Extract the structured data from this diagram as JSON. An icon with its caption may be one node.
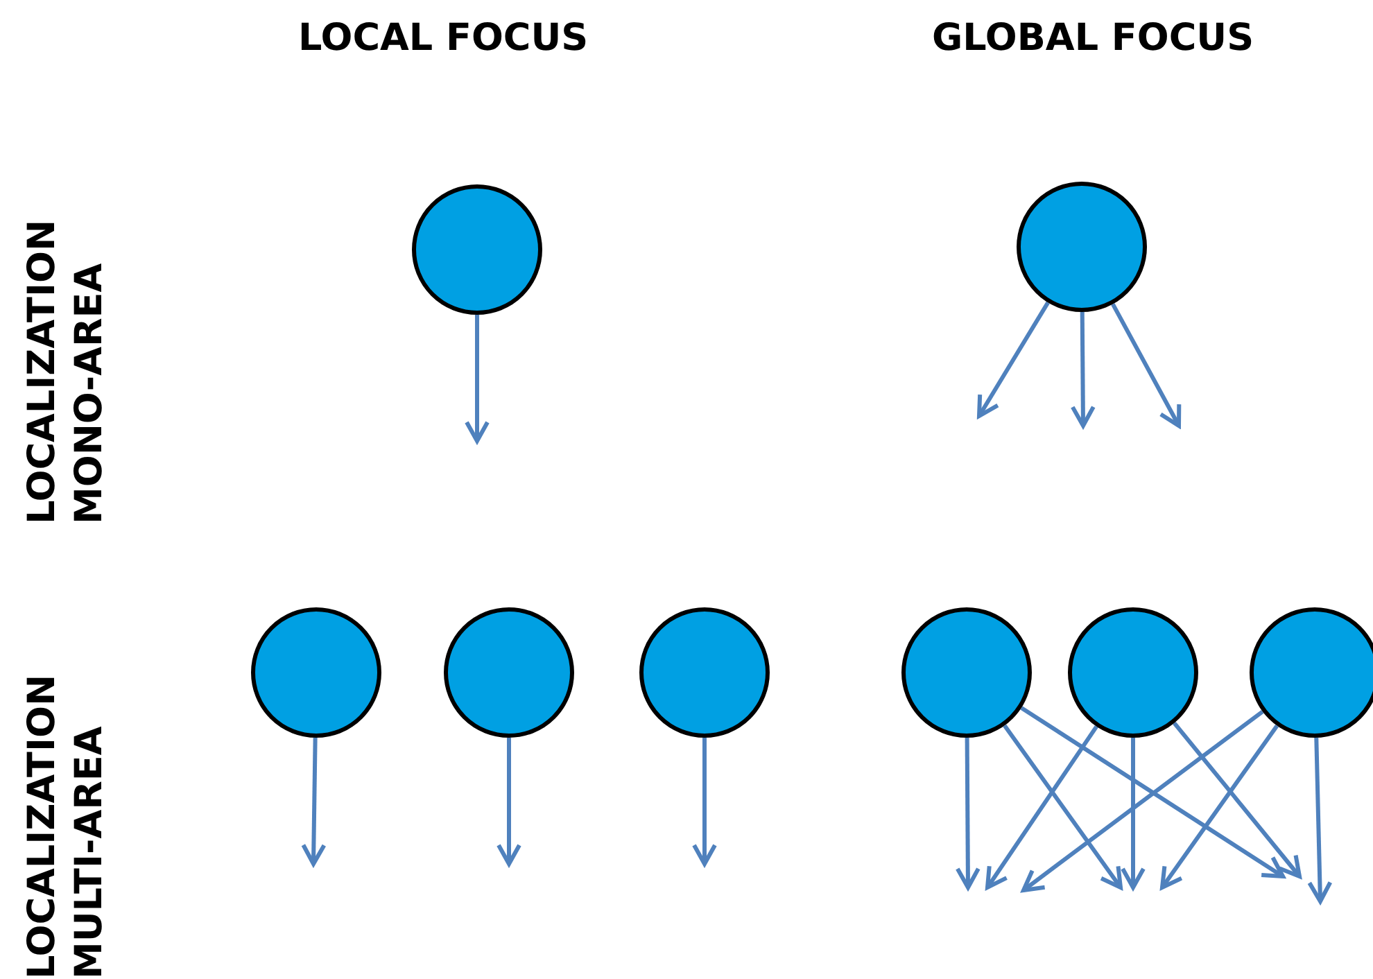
{
  "diagram": {
    "nodes": [
      {
        "text": [],
        "shape": "circle"
      },
      {
        "text": [],
        "shape": "circle"
      },
      {
        "text": [],
        "shape": "circle"
      },
      {
        "text": [],
        "shape": "circle"
      },
      {
        "text": [],
        "shape": "circle"
      },
      {
        "text": [],
        "shape": "circle"
      },
      {
        "text": [],
        "shape": "circle"
      },
      {
        "text": [],
        "shape": "circle"
      }
    ],
    "edges": [
      {
        "from": 0,
        "to": null,
        "arrow": "to"
      },
      {
        "from": 1,
        "to": null,
        "arrow": "to"
      },
      {
        "from": 1,
        "to": null,
        "arrow": "to"
      },
      {
        "from": 1,
        "to": null,
        "arrow": "to"
      },
      {
        "from": 2,
        "to": null,
        "arrow": "to"
      },
      {
        "from": 3,
        "to": null,
        "arrow": "to"
      },
      {
        "from": 4,
        "to": null,
        "arrow": "to"
      },
      {
        "from": 5,
        "to": null,
        "arrow": "to"
      },
      {
        "from": 5,
        "to": null,
        "arrow": "to"
      },
      {
        "from": 5,
        "to": null,
        "arrow": "to"
      },
      {
        "from": 6,
        "to": null,
        "arrow": "to"
      },
      {
        "from": 6,
        "to": null,
        "arrow": "to"
      },
      {
        "from": 6,
        "to": null,
        "arrow": "to"
      },
      {
        "from": 7,
        "to": null,
        "arrow": "to"
      },
      {
        "from": 7,
        "to": null,
        "arrow": "to"
      },
      {
        "from": 7,
        "to": null,
        "arrow": "to"
      }
    ],
    "labels": [
      "LOCAL FOCUS",
      "GLOBAL FOCUS",
      "LOCALIZATION MONO-AREA",
      "LOCALIZATION MULTI-AREA"
    ]
  }
}
